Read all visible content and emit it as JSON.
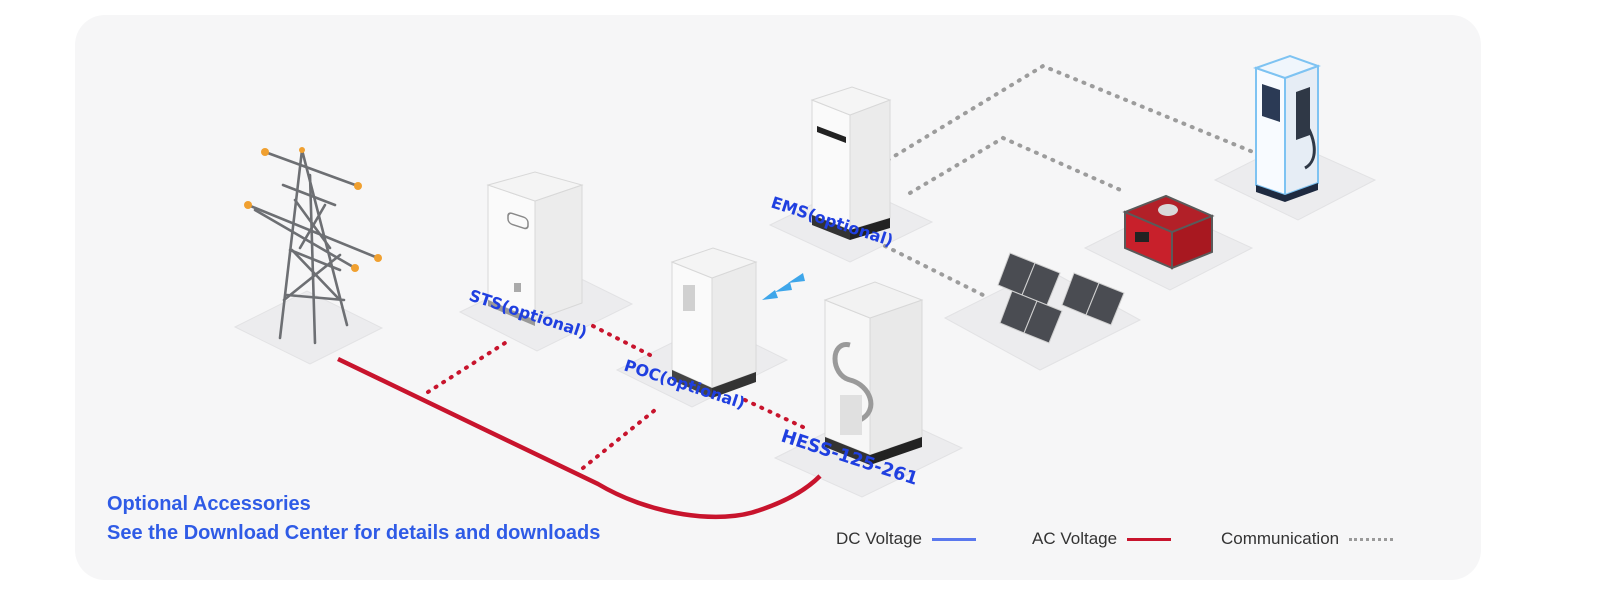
{
  "notes": {
    "line1": "Optional Accessories",
    "line2": "See the Download Center for details and downloads"
  },
  "labels": {
    "sts": "STS(optional)",
    "poc": "POC(optional)",
    "ems": "EMS(optional)",
    "hess": "HESS-125-261"
  },
  "legend": {
    "dc": "DC Voltage",
    "ac": "AC Voltage",
    "comm": "Communication"
  },
  "colors": {
    "accent_text": "#2f5be6",
    "dc_line": "#5a78ee",
    "ac_line": "#c8142d",
    "comm_line": "#9a9a9a"
  }
}
